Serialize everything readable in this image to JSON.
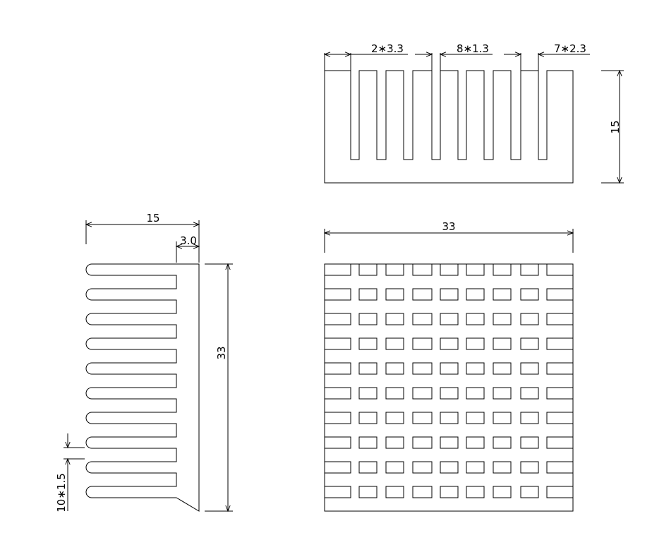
{
  "top_view": {
    "dim_fin_end": "2∗3.3",
    "dim_gap": "8∗1.3",
    "dim_fin": "7∗2.3",
    "dim_height": "15"
  },
  "side_view": {
    "dim_width": "15",
    "dim_base": "3.0",
    "dim_length": "33",
    "dim_pitch": "10∗1.5"
  },
  "plan_view": {
    "dim_width": "33",
    "grid_rows": 10,
    "grid_columns": 9
  },
  "colors": {
    "line": "#000000",
    "background": "#ffffff"
  }
}
